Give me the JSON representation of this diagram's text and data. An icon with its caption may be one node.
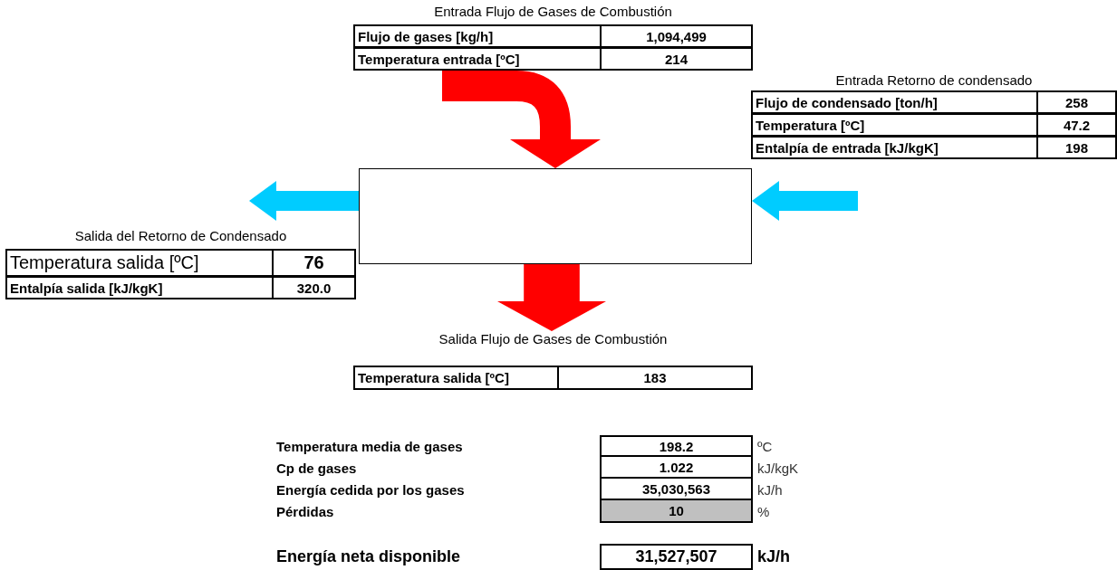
{
  "diagram": {
    "nodes": [
      {
        "text": [
          "Entrada Flujo de Gases de Combustión"
        ]
      },
      {
        "text": [
          "Flujo de gases [kg/h]",
          "1,094,499"
        ],
        "in": 0
      },
      {
        "text": [
          "Temperatura entrada [ºC]",
          "214"
        ],
        "in": 0
      },
      {
        "text": [
          "Entrada Retorno de condensado"
        ]
      },
      {
        "text": [
          "Flujo de condensado [ton/h]",
          "258"
        ],
        "in": 3
      },
      {
        "text": [
          "Temperatura [ºC]",
          "47.2"
        ],
        "in": 3
      },
      {
        "text": [
          "Entalpía de entrada [kJ/kgK]",
          "198"
        ],
        "in": 3
      },
      {
        "text": [],
        "shape": "box"
      },
      {
        "text": [
          "Salida del Retorno de Condensado"
        ]
      },
      {
        "text": [
          "Temperatura salida [ºC]",
          "76"
        ],
        "in": 8
      },
      {
        "text": [
          "Entalpía salida [kJ/kgK]",
          "320.0"
        ],
        "in": 8
      },
      {
        "text": [
          "Salida Flujo de Gases de Combustión"
        ]
      },
      {
        "text": [
          "Temperatura salida [ºC]",
          "183"
        ],
        "in": 11
      }
    ],
    "edges": [
      {
        "from": 0,
        "to": 7,
        "arrow": "to",
        "color": "#ff0000"
      },
      {
        "from": null,
        "to": 7,
        "arrow": "to",
        "color": "#00ccff"
      },
      {
        "from": 7,
        "to": 9,
        "arrow": "to",
        "color": "#00ccff"
      },
      {
        "from": 7,
        "to": 11,
        "arrow": "to",
        "style": "thick",
        "color": "#ff0000"
      }
    ],
    "labels": [
      "Temperatura media de gases",
      "198.2",
      "ºC",
      "Cp de gases",
      "1.022",
      "kJ/kgK",
      "Energía cedida por los gases",
      "35,030,563",
      "kJ/h",
      "Pérdidas",
      "10",
      "%",
      "Energía neta disponible",
      "31,527,507",
      "kJ/h"
    ]
  }
}
